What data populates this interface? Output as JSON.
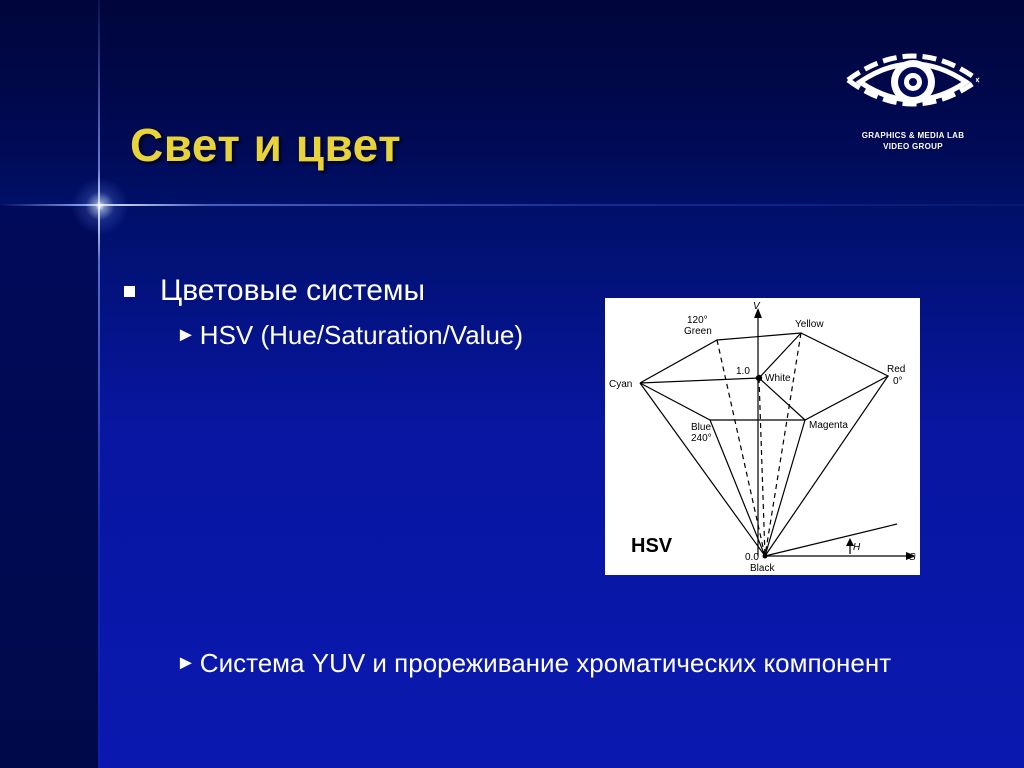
{
  "slide": {
    "title": "Свет и цвет",
    "logo": {
      "line1": "GRAPHICS & MEDIA LAB",
      "line2": "VIDEO GROUP"
    },
    "bullets": {
      "main": "Цветовые системы",
      "sub1": "HSV (Hue/Saturation/Value)",
      "sub2": "Система YUV и прореживание хроматических компонент"
    },
    "figure": {
      "label_hsv": "HSV",
      "axis_v": "V",
      "axis_s": "S",
      "axis_h": "H",
      "green_deg": "120°",
      "green": "Green",
      "yellow": "Yellow",
      "red": "Red",
      "red_deg": "0°",
      "cyan": "Cyan",
      "white": "White",
      "one": "1.0",
      "blue": "Blue",
      "blue_deg": "240°",
      "magenta": "Magenta",
      "zero": "0.0",
      "black": "Black"
    }
  },
  "colors": {
    "title": "#e8d33a",
    "text": "#ffffff",
    "background": "#0a18b0"
  },
  "icons": {
    "bullet": "square-bullet-icon",
    "sub_bullet": "triangle-right-icon",
    "logo": "eye-logo-icon"
  }
}
